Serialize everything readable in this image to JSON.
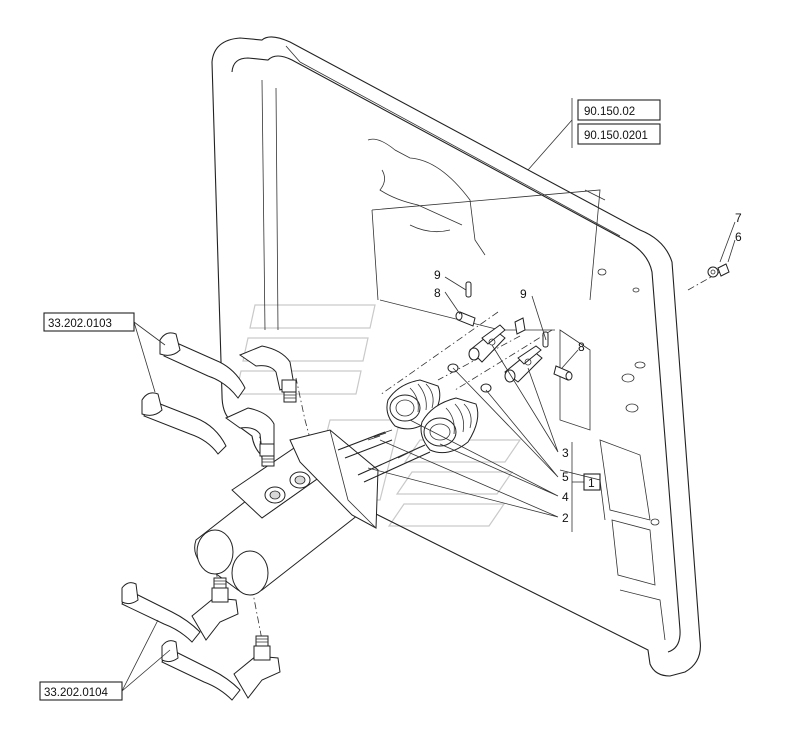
{
  "references": {
    "top_1": "90.150.02",
    "top_2": "90.150.0201",
    "left_upper": "33.202.0103",
    "left_lower": "33.202.0104"
  },
  "callouts": {
    "n1": "1",
    "n2": "2",
    "n3": "3",
    "n4": "4",
    "n5": "5",
    "n6": "6",
    "n7": "7",
    "n8a": "8",
    "n8b": "8",
    "n9a": "9",
    "n9b": "9"
  },
  "colors": {
    "line": "#222222",
    "shade": "#d8d8d8",
    "watermark": "#c9c9c9"
  }
}
